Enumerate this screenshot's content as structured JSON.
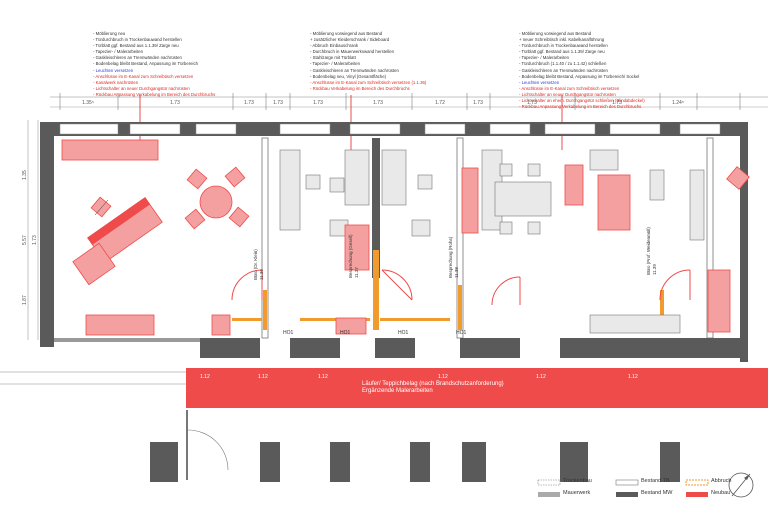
{
  "notes": [
    {
      "lines": [
        {
          "text": "- Möblierung neu",
          "color": "black"
        },
        {
          "text": "- Türdurchbruch in Trockenbauwand herstellen",
          "color": "black"
        },
        {
          "text": "- Türblatt ggf. Bestand aus 1.1.39/ Zarge neu",
          "color": "black"
        },
        {
          "text": "- Tapezier- / Malerarbeiten",
          "color": "black"
        },
        {
          "text": "- Gaskleischleren an Trennwänden nachrüsten",
          "color": "black"
        },
        {
          "text": "- Bodenbelag bleibt Bestand, Anpassung im Türbereich",
          "color": "black"
        },
        {
          "text": "- Leuchten versetzen",
          "color": "blue"
        },
        {
          "text": "- Anschlüsse im E-Kanal zum Schreibtisch versetzen",
          "color": "red"
        },
        {
          "text": "- Kanalwerk nachrüsten",
          "color": "red"
        },
        {
          "text": "- Lichtschalter an neuer Durchgangstür nachrüsten",
          "color": "red"
        },
        {
          "text": "- Rückbau Anpassung Verkabelung im Bereich des Durchbruchs",
          "color": "red"
        }
      ]
    },
    {
      "lines": [
        {
          "text": "- Möblierung vorwiegend aus Bestand",
          "color": "black"
        },
        {
          "text": "  + zusätzlicher Kleiderschrank / Sideboard",
          "color": "black"
        },
        {
          "text": "- Abbruch Einbauschrank",
          "color": "black"
        },
        {
          "text": "- Durchbruch in Mauerwerkswand herstellen",
          "color": "black"
        },
        {
          "text": "- Stahlzarge mit Türblatt",
          "color": "black"
        },
        {
          "text": "- Tapezier- / Malerarbeiten",
          "color": "black"
        },
        {
          "text": "- Gaskleischleren an Trennwänden nachrüsten",
          "color": "black"
        },
        {
          "text": "- Bodenbelag neu, Vinyl (Gesamtfläche)",
          "color": "black"
        },
        {
          "text": "- Anschlüsse im E-Kanal zum Schreibtisch versetzen (1.1.36)",
          "color": "red"
        },
        {
          "text": "- Rückbau Verkabelung im Bereich des Durchbruchs",
          "color": "red"
        }
      ]
    },
    {
      "lines": [
        {
          "text": "- Möblierung vorwiegend aus Bestand",
          "color": "black"
        },
        {
          "text": "  + neuer Schreibtisch inkl. Kabelkanalführung",
          "color": "black"
        },
        {
          "text": "- Türdurchbruch in Trockenbauwand herstellen",
          "color": "black"
        },
        {
          "text": "- Türblatt ggf. Bestand aus 1.1.39/ Zarge neu",
          "color": "black"
        },
        {
          "text": "- Tapezier- / Malerarbeiten",
          "color": "black"
        },
        {
          "text": "- Türdurchbruch (1.1.40 / zu 1.1.42) schließen",
          "color": "black"
        },
        {
          "text": "- Gaskleischleren an Trennwänden nachrüsten",
          "color": "black"
        },
        {
          "text": "- Bodenbelag bleibt Bestand, Anpassung im Türbereich/ Sockel",
          "color": "black"
        },
        {
          "text": "- Leuchten versetzen",
          "color": "blue"
        },
        {
          "text": "- Anschlüsse im E-Kanal zum Schreibtisch versetzen",
          "color": "red"
        },
        {
          "text": "- Lichtschalter an neuer Durchgangstür nachrüsten",
          "color": "red"
        },
        {
          "text": "- Lichtschalter an ehem. Durchgangstür schließen (Blindabdeckel)",
          "color": "red"
        },
        {
          "text": "- Rückbau Anpassung Verkabelung im Bereich des Durchbruchs",
          "color": "red"
        }
      ]
    }
  ],
  "corridor": {
    "line1": "Läufer/ Teppichbelag (nach Brandschutzanforderung)",
    "line2": "Ergänzende Malerarbeiten"
  },
  "room_labels": [
    {
      "text": "Büro (Dr. Klein)\n11.36"
    },
    {
      "text": "Besprechung (Gesell)\n11.37"
    },
    {
      "text": "Besprechung (Rohs)\n11.38"
    },
    {
      "text": "Büro (Prof. Weidenmüll)\n11.39"
    }
  ],
  "door_labels": [
    "HO1",
    "HO1",
    "HO1",
    "HO1"
  ],
  "dimensions_top": [
    "1.35⁵",
    "1.73",
    "1.73",
    "1.73",
    "1.73",
    "1.73",
    "1.72",
    "1.73",
    "1.73",
    "1.73",
    "1.24⁵"
  ],
  "dimensions_corridor": [
    "1.12",
    "1.12",
    "1.12",
    "1.12",
    "1.12",
    "1.12"
  ],
  "legend": {
    "items": [
      {
        "label": "Trockenbau",
        "pattern": "dotted"
      },
      {
        "label": "Mauerwerk",
        "pattern": "hatched"
      },
      {
        "label": "Bestand TB",
        "pattern": "outline"
      },
      {
        "label": "Bestand MW",
        "pattern": "gray"
      },
      {
        "label": "Abbruch",
        "pattern": "orange"
      },
      {
        "label": "Neubau",
        "pattern": "red"
      }
    ]
  },
  "colors": {
    "new": "#ef4b4b",
    "new_light": "#f4a0a0",
    "demolition": "#f19a2e",
    "wall": "#555555",
    "blue_text": "#2b39d8",
    "red_text": "#e0261f"
  }
}
